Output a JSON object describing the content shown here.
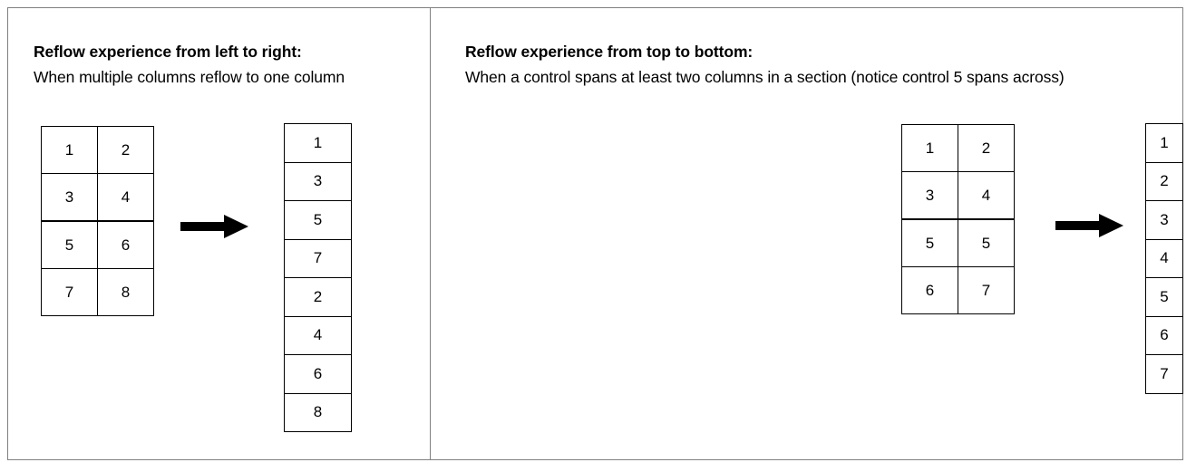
{
  "diagram": {
    "title_semantics": "reflow-experience-diagram",
    "panels": [
      {
        "id": "left-to-right",
        "heading": "Reflow experience from left to right:",
        "subheading": "When multiple columns reflow to one column",
        "source_grid": {
          "columns": 2,
          "rows": [
            [
              "1",
              "2"
            ],
            [
              "3",
              "4"
            ],
            [
              "5",
              "6"
            ],
            [
              "7",
              "8"
            ]
          ],
          "section_break_after_row": 2
        },
        "arrow": "right-arrow",
        "result_column": [
          "1",
          "3",
          "5",
          "7",
          "2",
          "4",
          "6",
          "8"
        ]
      },
      {
        "id": "top-to-bottom",
        "heading": "Reflow experience from top to bottom:",
        "subheading": "When a control spans at least two columns in a section (notice control 5 spans across)",
        "source_grid": {
          "columns": 2,
          "rows": [
            [
              "1",
              "2"
            ],
            [
              "3",
              "4"
            ],
            [
              "5",
              "5"
            ],
            [
              "6",
              "7"
            ]
          ],
          "section_break_after_row": 2
        },
        "arrow": "right-arrow",
        "result_column": [
          "1",
          "2",
          "3",
          "4",
          "5",
          "6",
          "7"
        ]
      }
    ]
  },
  "colors": {
    "frame_border": "#808080",
    "cell_border": "#000000",
    "section_rule": "#000000",
    "arrow_fill": "#000000",
    "text": "#000000",
    "background": "#ffffff"
  }
}
